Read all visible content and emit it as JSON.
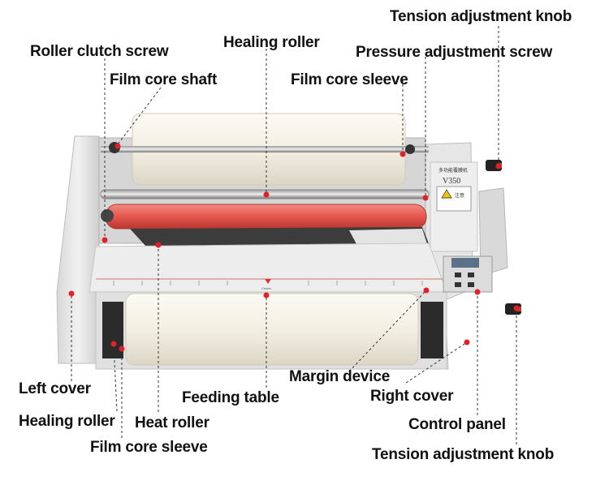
{
  "labels": {
    "tension_knob_top": "Tension adjustment knob",
    "roller_clutch_screw": "Roller clutch screw",
    "healing_roller_top": "Healing roller",
    "pressure_screw": "Pressure adjustment screw",
    "film_core_shaft": "Film core shaft",
    "film_core_sleeve_top": "Film core sleeve",
    "left_cover": "Left cover",
    "margin_device": "Margin device",
    "feeding_table": "Feeding table",
    "right_cover": "Right cover",
    "healing_roller_bottom": "Healing roller",
    "heat_roller": "Heat roller",
    "control_panel": "Control panel",
    "film_core_sleeve_bottom": "Film core sleeve",
    "tension_knob_bottom": "Tension adjustment knob"
  },
  "machine": {
    "model": "V350",
    "panel_title": "多功能覆膜机",
    "caution": "注意",
    "table_center_mark": "Center"
  },
  "colors": {
    "pointer_dot": "#e0202a",
    "heat_roller": "#e8574f",
    "body": "#e9e9e9",
    "film": "#f6f3ea"
  }
}
